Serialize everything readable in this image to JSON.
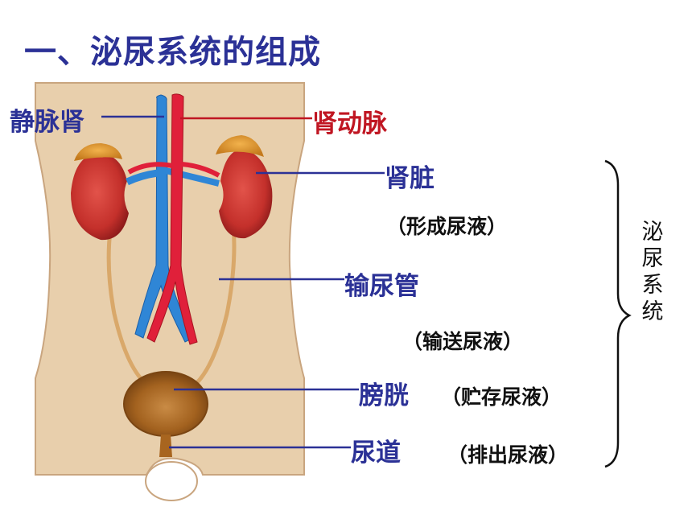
{
  "title": "一、泌尿系统的组成",
  "labels": {
    "renal_vein": "静脉肾",
    "renal_artery": "肾动脉",
    "kidney": "肾脏",
    "ureter": "输尿管",
    "bladder": "膀胱",
    "urethra": "尿道"
  },
  "functions": {
    "kidney": "（形成尿液）",
    "ureter": "（输送尿液）",
    "bladder": "（贮存尿液）",
    "urethra": "（排出尿液）"
  },
  "system_label": "泌尿系统",
  "colors": {
    "title": "#2b3196",
    "label": "#2b3196",
    "artery_label": "#c01622",
    "skin": "#e8cfac",
    "kidney": "#c8322e",
    "vein": "#2f86d6",
    "artery": "#e0203a",
    "ureter": "#d9a86a",
    "bladder": "#9a5a1c"
  }
}
